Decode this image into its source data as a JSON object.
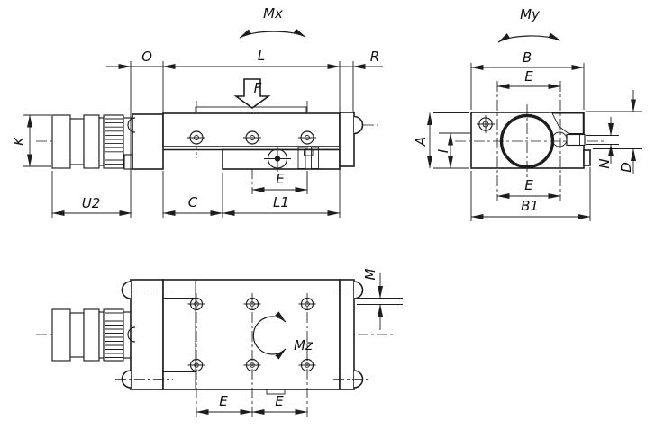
{
  "drawing": {
    "type": "technical-3-view-dimension-drawing",
    "subject": "linear-positioning-stage-with-micrometer",
    "colors": {
      "line": "#1d1d1b",
      "background": "#ffffff",
      "text": "#111111"
    },
    "labels": {
      "side_view": {
        "mx": "Mx",
        "o": "O",
        "l": "L",
        "r": "R",
        "f": "F",
        "k": "K",
        "u2": "U2",
        "c": "C",
        "e": "E",
        "l1": "L1"
      },
      "end_view": {
        "my": "My",
        "b": "B",
        "e_top": "E",
        "a": "A",
        "i": "I",
        "e_bottom": "E",
        "b1": "B1",
        "n": "N",
        "d": "D"
      },
      "plan_view": {
        "m": "M",
        "mz": "Mz",
        "e_left": "E",
        "e_right": "E"
      }
    }
  }
}
